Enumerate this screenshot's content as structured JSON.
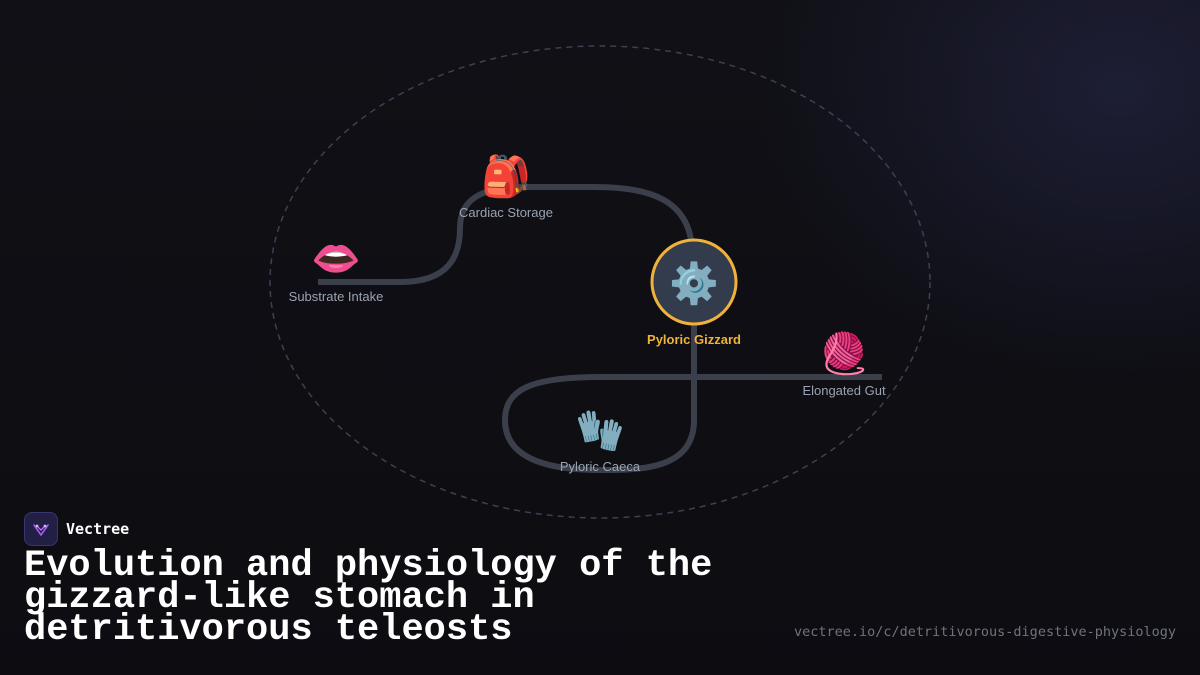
{
  "diagram": {
    "nodes": [
      {
        "id": "substrate-intake",
        "label": "Substrate Intake",
        "icon": "mouth-icon",
        "glyph": "👄"
      },
      {
        "id": "cardiac-storage",
        "label": "Cardiac Storage",
        "icon": "backpack-icon",
        "glyph": "🎒"
      },
      {
        "id": "pyloric-gizzard",
        "label": "Pyloric Gizzard",
        "icon": "gear-icon",
        "glyph": "⚙️",
        "highlighted": true
      },
      {
        "id": "elongated-gut",
        "label": "Elongated Gut",
        "icon": "yarn-icon",
        "glyph": "🧶"
      },
      {
        "id": "pyloric-caeca",
        "label": "Pyloric Caeca",
        "icon": "gloves-icon",
        "glyph": "🧤"
      }
    ],
    "colors": {
      "path": "#3a3f4b",
      "boundary": "#3a4252",
      "highlight": "#f0b23a",
      "highlight_fill": "#333c4d",
      "label": "#9aa3b2"
    }
  },
  "brand": {
    "name": "Vectree",
    "logo_icon": "vectree-logo-icon"
  },
  "title": "Evolution and physiology of the gizzard-like stomach in detritivorous teleosts",
  "url": "vectree.io/c/detritivorous-digestive-physiology"
}
